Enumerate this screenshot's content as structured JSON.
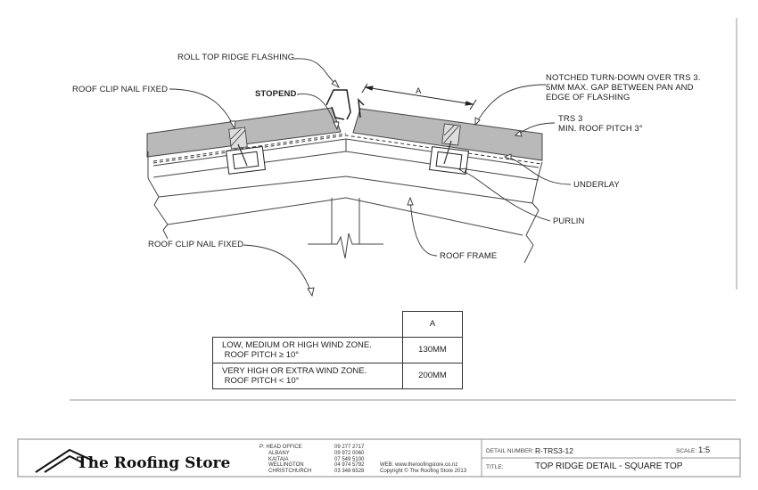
{
  "labels": {
    "roll_top": "ROLL TOP RIDGE FLASHING",
    "clip_top": "ROOF CLIP NAIL FIXED",
    "stopend": "STOPEND",
    "dim_a": "A",
    "notched": [
      "NOTCHED TURN-DOWN OVER TRS 3.",
      "5MM MAX. GAP BETWEEN PAN AND",
      "EDGE OF FLASHING"
    ],
    "trs3": [
      "TRS 3",
      "MIN. ROOF PITCH 3°"
    ],
    "underlay": "UNDERLAY",
    "purlin": "PURLIN",
    "roof_frame": "ROOF FRAME",
    "clip_bottom": "ROOF CLIP NAIL FIXED"
  },
  "table": {
    "header": "A",
    "rows": [
      {
        "desc": [
          "LOW, MEDIUM OR HIGH WIND ZONE.",
          "ROOF PITCH ≥ 10°"
        ],
        "value": "130MM"
      },
      {
        "desc": [
          "VERY HIGH OR EXTRA WIND ZONE.",
          "ROOF PITCH < 10°"
        ],
        "value": "200MM"
      }
    ]
  },
  "title_block": {
    "company": "The Roofing Store",
    "office_labels": [
      "P: HEAD OFFICE",
      "ALBANY",
      "KAITAIA",
      "WELLINGTON",
      "CHRISTCHURCH"
    ],
    "office_phones": [
      "09 277 2717",
      "09 972 0060",
      "07 549 5100",
      "04 974 5792",
      "03 348 6528"
    ],
    "web": "WEB: www.theroofingstore.co.nz",
    "copyright": "Copyright © The Roofing Store 2013",
    "detail_number_label": "DETAIL NUMBER:",
    "detail_number": "R-TRS3-12",
    "scale_label": "SCALE:",
    "scale": "1:5",
    "title_label": "TITLE:",
    "title": "TOP RIDGE DETAIL - SQUARE TOP"
  }
}
